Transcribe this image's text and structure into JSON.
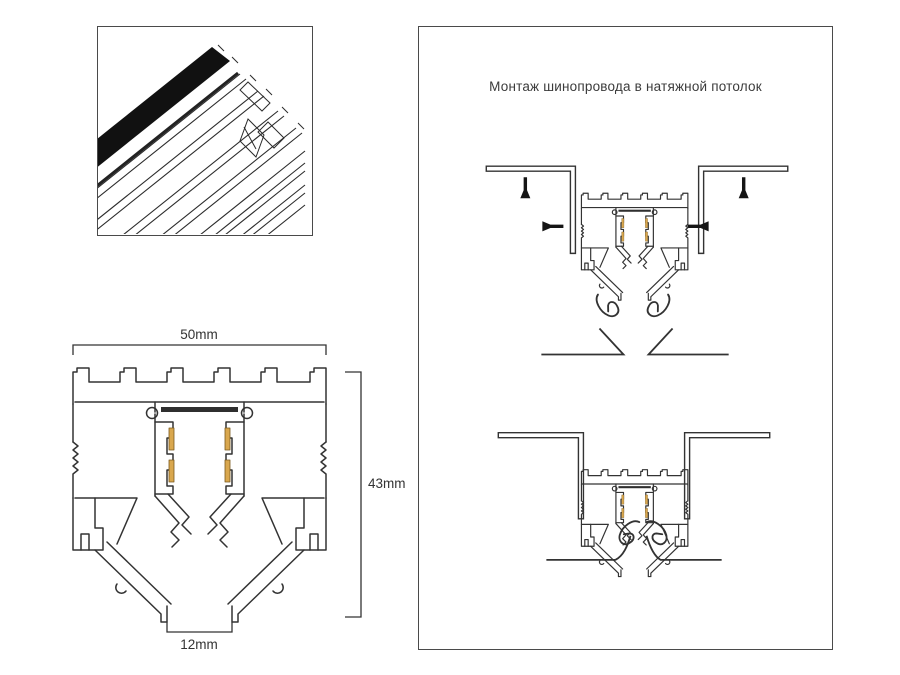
{
  "panel": {
    "title": "Монтаж шинопровода в натяжной потолок"
  },
  "cross_section": {
    "dim_top": "50mm",
    "dim_right": "43mm",
    "dim_bottom": "12mm"
  },
  "colors": {
    "line": "#333333",
    "frame_border": "#4a4a4a",
    "copper_contact": "#D9A74E",
    "screw_black": "#151515",
    "background": "#ffffff"
  },
  "icons": {
    "screw": "screw-icon",
    "harpoon_clip": "harpoon-clip-icon"
  }
}
